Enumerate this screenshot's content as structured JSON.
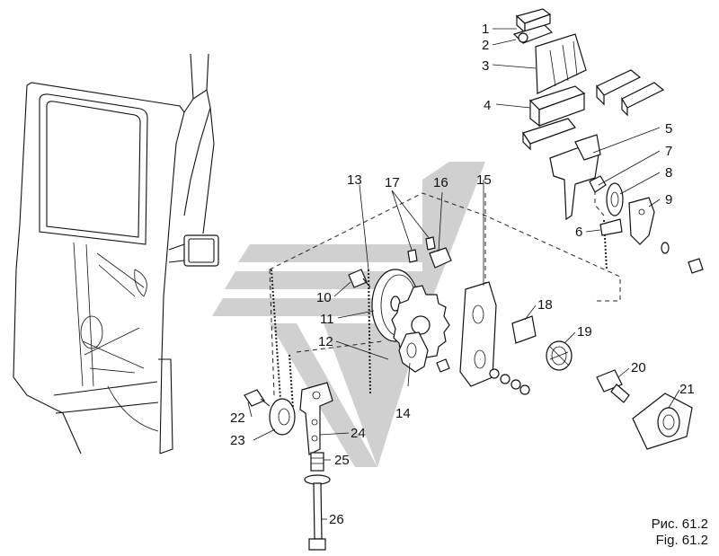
{
  "figure": {
    "caption_ru": "Рис. 61.2",
    "caption_en": "Fig. 61.2"
  },
  "callouts": [
    "1",
    "2",
    "3",
    "4",
    "5",
    "6",
    "7",
    "8",
    "9",
    "10",
    "11",
    "12",
    "13",
    "14",
    "15",
    "16",
    "17",
    "18",
    "19",
    "20",
    "21",
    "22",
    "23",
    "24",
    "25",
    "26"
  ],
  "watermark_color": "#c8c8c8"
}
